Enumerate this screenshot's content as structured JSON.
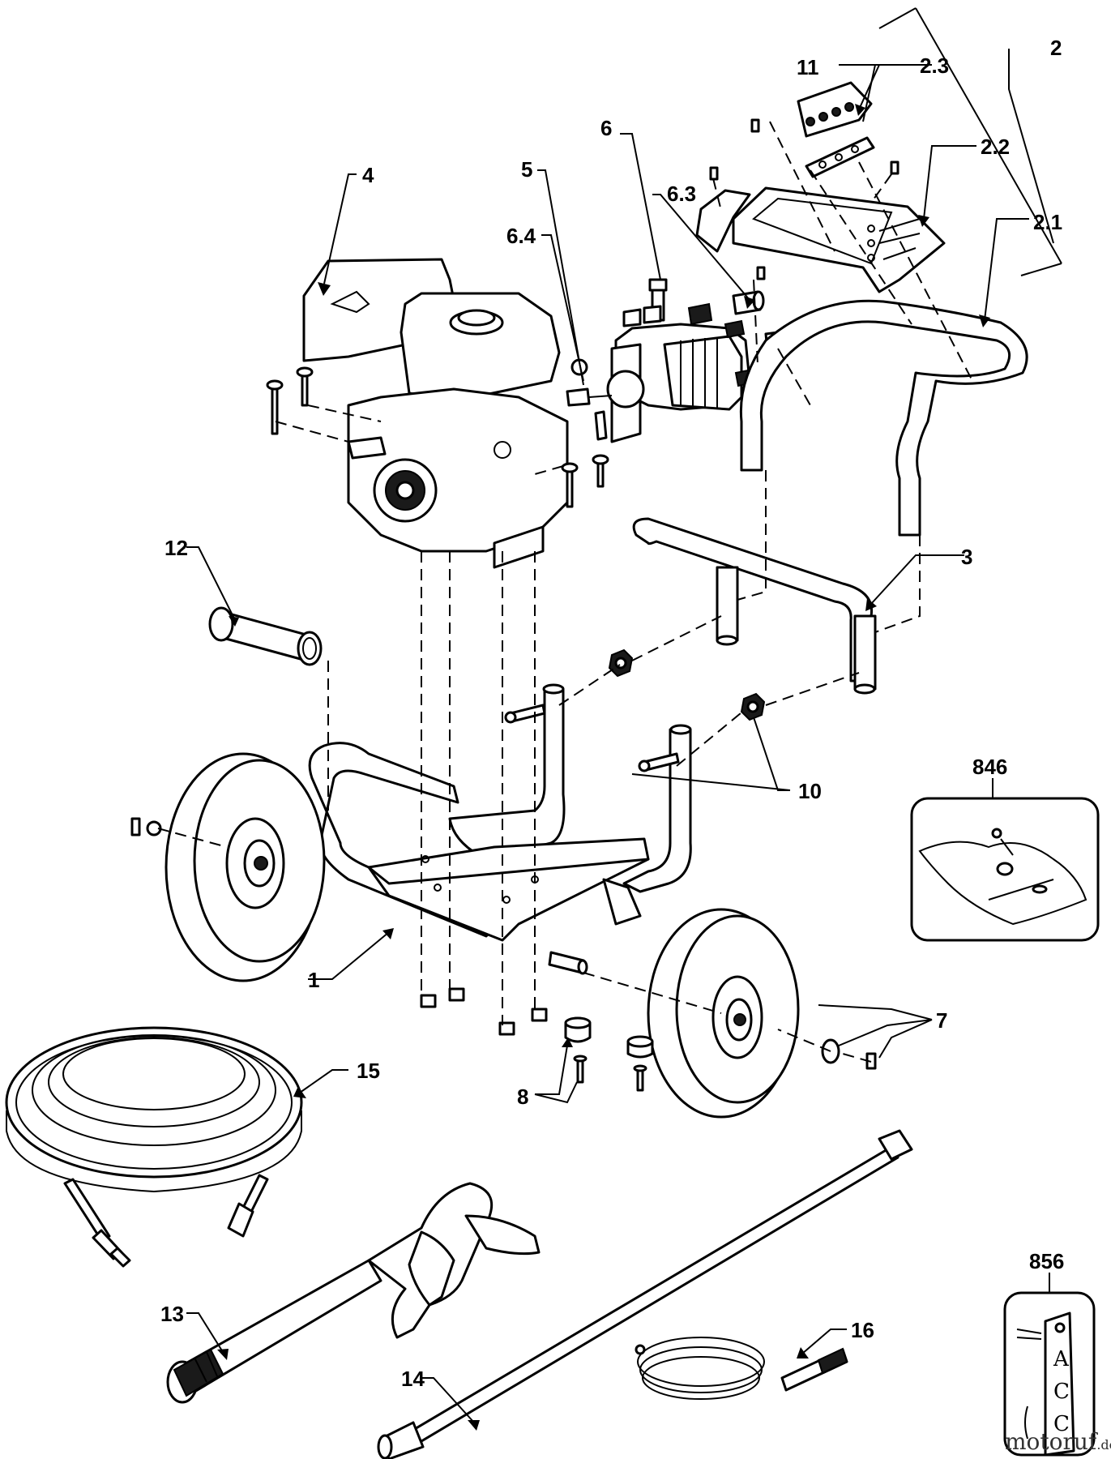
{
  "callouts": {
    "c1": "1",
    "c2": "2",
    "c2_1": "2.1",
    "c2_2": "2.2",
    "c2_3": "2.3",
    "c3": "3",
    "c4": "4",
    "c5": "5",
    "c6": "6",
    "c6_3": "6.3",
    "c6_4": "6.4",
    "c7": "7",
    "c8": "8",
    "c10": "10",
    "c11": "11",
    "c12": "12",
    "c13": "13",
    "c14": "14",
    "c15": "15",
    "c16": "16",
    "c846": "846",
    "c856": "856"
  },
  "kit_label": [
    "A",
    "C",
    "C"
  ],
  "watermark": {
    "brand": "motoruf",
    "suffix": ".de",
    "color_dark": "#333333",
    "color_accent": "#e8a000"
  }
}
